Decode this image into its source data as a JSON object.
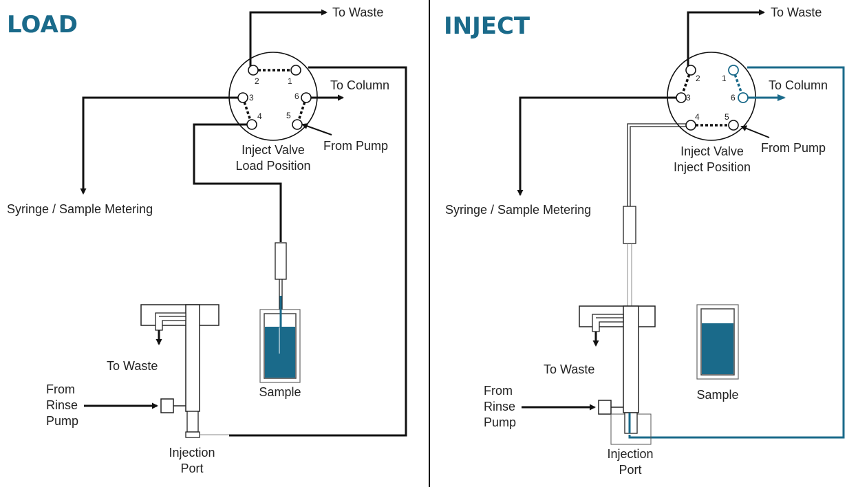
{
  "colors": {
    "accent": "#1a6a8a",
    "line": "#111111",
    "text": "#222222"
  },
  "load_panel": {
    "title": "LOAD",
    "to_waste_top": "To Waste",
    "to_column": "To Column",
    "from_pump": "From Pump",
    "valve_label_1": "Inject Valve",
    "valve_label_2": "Load Position",
    "syringe": "Syringe / Sample Metering",
    "to_waste_bottom": "To Waste",
    "rinse_1": "From",
    "rinse_2": "Rinse",
    "rinse_3": "Pump",
    "injection_1": "Injection",
    "injection_2": "Port",
    "sample": "Sample",
    "ports": [
      "1",
      "2",
      "3",
      "4",
      "5",
      "6"
    ]
  },
  "inject_panel": {
    "title": "INJECT",
    "to_waste_top": "To Waste",
    "to_column": "To Column",
    "from_pump": "From Pump",
    "valve_label_1": "Inject Valve",
    "valve_label_2": "Inject Position",
    "syringe": "Syringe / Sample Metering",
    "to_waste_bottom": "To Waste",
    "rinse_1": "From",
    "rinse_2": "Rinse",
    "rinse_3": "Pump",
    "injection_1": "Injection",
    "injection_2": "Port",
    "sample": "Sample",
    "ports": [
      "1",
      "2",
      "3",
      "4",
      "5",
      "6"
    ]
  }
}
